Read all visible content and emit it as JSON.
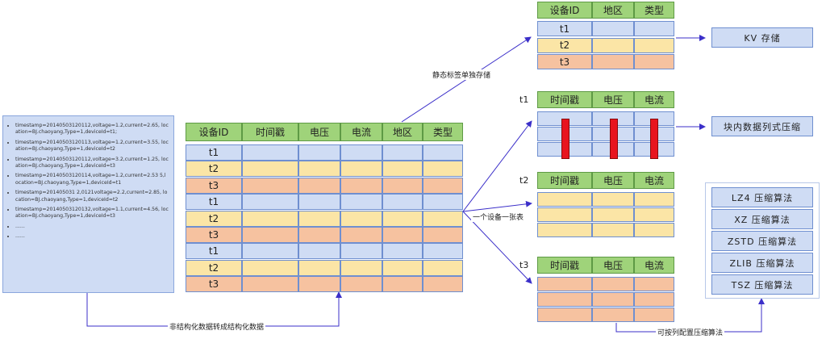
{
  "log_entries": [
    "timestamp=20140503120112,voltage=1.2,current=2.65, location=BJ.chaoyang,Type=1,deviceId=t1;",
    "timestamp=20140503120113,voltage=1.2,current=3.55, location=BJ.chaoyang,Type=1,deviceId=t2",
    "timestamp=20140503120112,voltage=3.2,current=1.25, location=BJ.chaoyang,Type=1,deviceId=t3",
    "timestamp=20140503120114,voltage=1.2,current=2.53 5,location=BJ.chaoyang,Type=1,deviceId=t1",
    "timestamp=201405031 2,0121voltage=2.2,current=2.85, location=BJ.chaoyang,Type=1,deviceId=t2",
    "timestamp=20140503120132,voltage=1.1,current=4.56, location=BJ.chaoyang,Type=1,deviceId=t3",
    "......",
    "......"
  ],
  "main_table": {
    "headers": [
      "设备ID",
      "时间戳",
      "电压",
      "电流",
      "地区",
      "类型"
    ],
    "rows": [
      "t1",
      "t2",
      "t3",
      "t1",
      "t2",
      "t3",
      "t1",
      "t2",
      "t3"
    ]
  },
  "tag_table": {
    "headers": [
      "设备ID",
      "地区",
      "类型"
    ],
    "rows": [
      "t1",
      "t2",
      "t3"
    ]
  },
  "device_tables": [
    {
      "label": "t1",
      "headers": [
        "时间戳",
        "电压",
        "电流"
      ]
    },
    {
      "label": "t2",
      "headers": [
        "时间戳",
        "电压",
        "电流"
      ]
    },
    {
      "label": "t3",
      "headers": [
        "时间戳",
        "电压",
        "电流"
      ]
    }
  ],
  "kv_box": "KV 存储",
  "column_compress_box": "块内数据列式压缩",
  "algorithms": [
    "LZ4 压缩算法",
    "XZ 压缩算法",
    "ZSTD 压缩算法",
    "ZLIB 压缩算法",
    "TSZ 压缩算法"
  ],
  "notes": {
    "static_tags": "静态标签单独存储",
    "one_table_per_device": "一个设备一张表",
    "unstructured_to_structured": "非结构化数据转成结构化数据",
    "per_column_algo": "可按列配置压缩算法"
  },
  "colors": {
    "header": "#9fd37a",
    "blue": "#cfdcf4",
    "yellow": "#fbe5a6",
    "orange": "#f6c2a0",
    "arrow": "#3b2fc9",
    "bar": "#e8141e"
  }
}
